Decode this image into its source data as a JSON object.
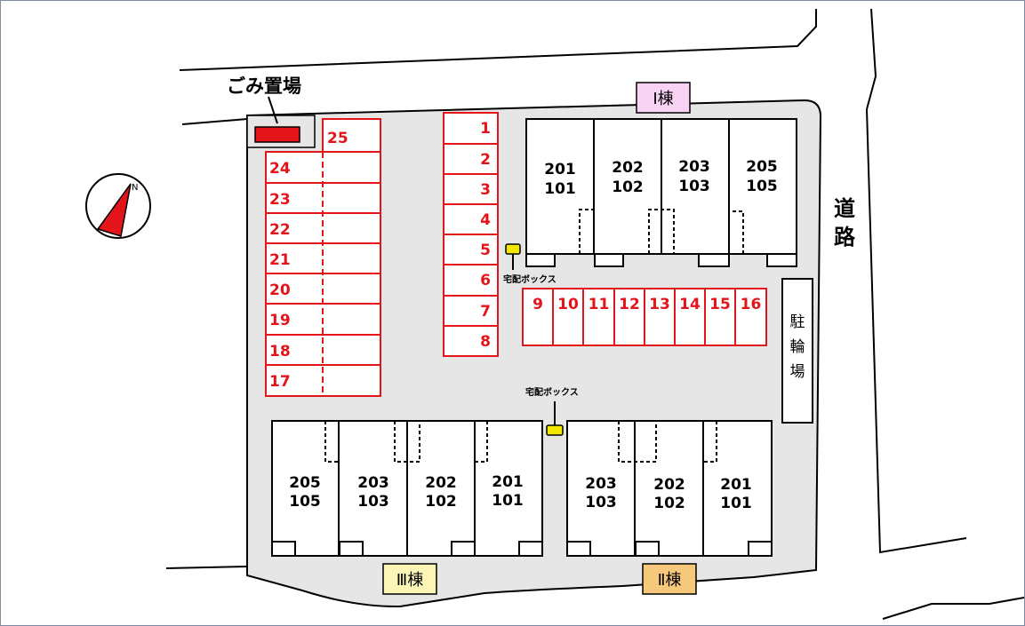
{
  "labels": {
    "garbage": "ごみ置場",
    "road": "道路",
    "bike_parking": "駐輪場",
    "delivery_box": "宅配ボックス",
    "compass": "N"
  },
  "buildings": {
    "I": {
      "tag": "Ⅰ棟",
      "units": [
        {
          "upper": "201",
          "lower": "101"
        },
        {
          "upper": "202",
          "lower": "102"
        },
        {
          "upper": "203",
          "lower": "103"
        },
        {
          "upper": "205",
          "lower": "105"
        }
      ]
    },
    "II": {
      "tag": "Ⅱ棟",
      "units": [
        {
          "upper": "203",
          "lower": "103"
        },
        {
          "upper": "202",
          "lower": "102"
        },
        {
          "upper": "201",
          "lower": "101"
        }
      ]
    },
    "III": {
      "tag": "Ⅲ棟",
      "units": [
        {
          "upper": "205",
          "lower": "105"
        },
        {
          "upper": "203",
          "lower": "103"
        },
        {
          "upper": "202",
          "lower": "102"
        },
        {
          "upper": "201",
          "lower": "101"
        }
      ]
    }
  },
  "parking": {
    "column_right": [
      "1",
      "2",
      "3",
      "4",
      "5",
      "6",
      "7",
      "8"
    ],
    "row_bottom": [
      "9",
      "10",
      "11",
      "12",
      "13",
      "14",
      "15",
      "16"
    ],
    "column_left": [
      "24",
      "23",
      "22",
      "21",
      "20",
      "19",
      "18",
      "17"
    ],
    "top_left": "25"
  },
  "colors": {
    "lot": "#e6e6e6",
    "parking_line": "#e4141b",
    "garbage_box": "#e4141b",
    "delivery_box": "#f3e600",
    "tag_I": "#f8d3f4",
    "tag_II": "#f6c87c",
    "tag_III": "#fbf6b6",
    "compass_needle": "#e4141b"
  }
}
